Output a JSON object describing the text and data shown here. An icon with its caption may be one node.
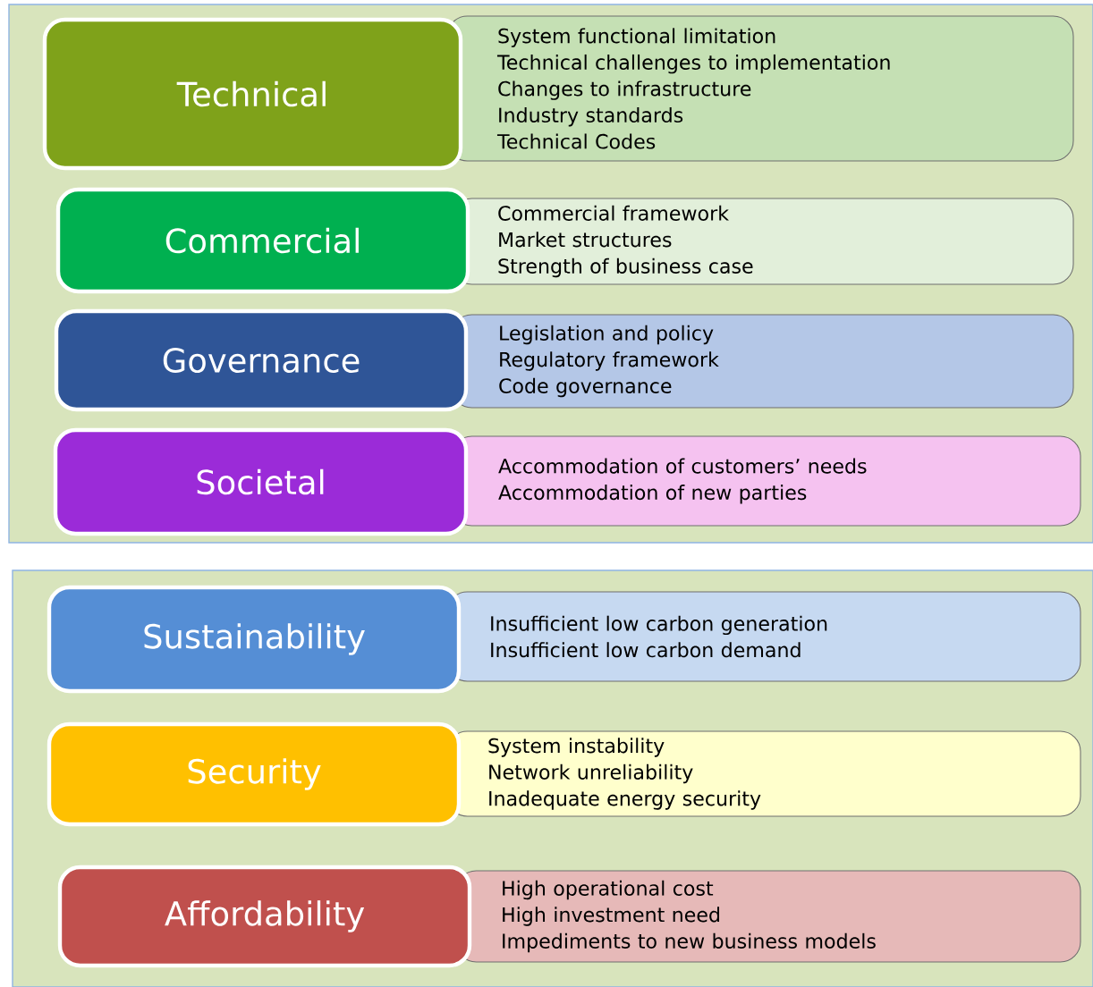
{
  "diagram": {
    "nodes": [
      {
        "text": [
          "Technical"
        ]
      },
      {
        "text": [
          "System functional limitation",
          "Technical challenges to implementation",
          "Changes to infrastructure",
          "Industry standards",
          "Technical Codes"
        ]
      },
      {
        "text": [
          "Commercial"
        ]
      },
      {
        "text": [
          "Commercial framework",
          "Market structures",
          "Strength of business case"
        ]
      },
      {
        "text": [
          "Governance"
        ]
      },
      {
        "text": [
          "Legislation and policy",
          "Regulatory framework",
          "Code governance"
        ]
      },
      {
        "text": [
          "Societal"
        ]
      },
      {
        "text": [
          "Accommodation of customers’ needs",
          "Accommodation of new parties"
        ]
      },
      {
        "text": [
          "Sustainability"
        ]
      },
      {
        "text": [
          "Insufficient low carbon generation",
          "Insufficient low carbon demand"
        ]
      },
      {
        "text": [
          "Security"
        ]
      },
      {
        "text": [
          "System instability",
          "Network unreliability",
          "Inadequate energy security"
        ]
      },
      {
        "text": [
          "Affordability"
        ]
      },
      {
        "text": [
          "High operational cost",
          "High investment need",
          "Impediments to new business models"
        ]
      }
    ]
  }
}
